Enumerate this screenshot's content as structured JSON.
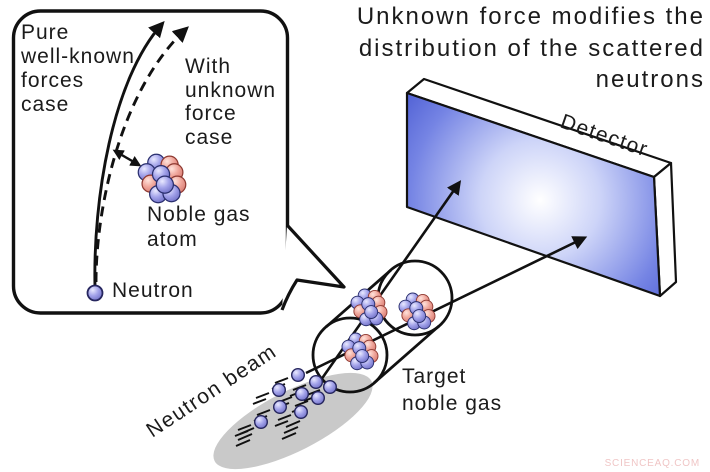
{
  "title": {
    "lines": [
      "Unknown force modifies the",
      "distribution of the scattered",
      "neutrons"
    ]
  },
  "inset": {
    "pure_lines": [
      "Pure",
      "well-known",
      "forces",
      "case"
    ],
    "with_lines": [
      "With",
      "unknown",
      "force",
      "case"
    ],
    "noble_lines": [
      "Noble gas",
      "atom"
    ],
    "neutron_label": "Neutron"
  },
  "detector_label": "Detector",
  "target_lines": [
    "Target",
    "noble gas"
  ],
  "neutron_beam_label": "Neutron beam",
  "watermark": "SCIENCEAQ.COM",
  "colors": {
    "detector_blue": "#3748ca",
    "atom_blue": "#7d7dd2",
    "atom_red": "#ea988e",
    "beam_gray": "#c9c9c9",
    "line_black": "#111111",
    "watermark_pink": "#f0c6c6"
  }
}
